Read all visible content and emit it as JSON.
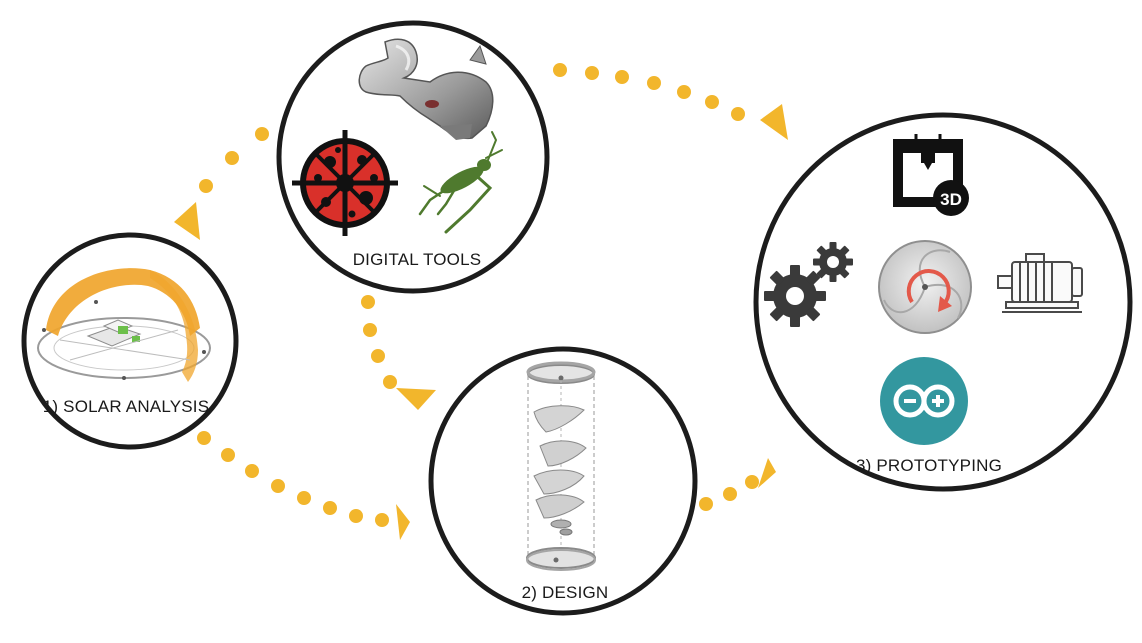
{
  "diagram": {
    "nodes": {
      "digital_tools": {
        "label": "DIGITAL TOOLS"
      },
      "solar_analysis": {
        "label": "1) SOLAR ANALYSIS"
      },
      "design": {
        "label": "2) DESIGN"
      },
      "prototyping": {
        "label": "3) PROTOTYPING"
      }
    },
    "icons": {
      "3d_printer": {
        "text": "3D"
      }
    },
    "colors": {
      "arrow": "#f2b62c",
      "circle_stroke": "#1c1c1c",
      "ladybug": "#d9302a",
      "grasshopper": "#4f7a2e",
      "arduino": "#33979f",
      "solar_dome": "#f0a52c",
      "gear": "#3a3a3a"
    },
    "arrows": [
      {
        "from": "digital_tools",
        "to": "solar_analysis"
      },
      {
        "from": "digital_tools",
        "to": "design"
      },
      {
        "from": "digital_tools",
        "to": "prototyping"
      },
      {
        "from": "solar_analysis",
        "to": "design"
      },
      {
        "from": "design",
        "to": "prototyping"
      }
    ]
  }
}
